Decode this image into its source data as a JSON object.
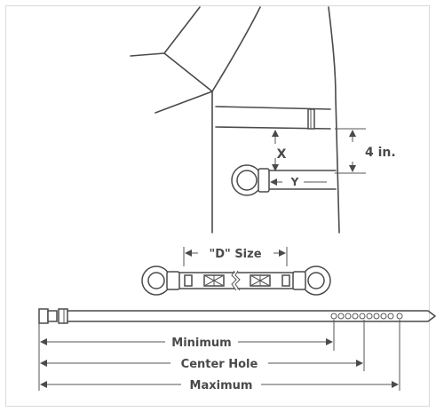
{
  "labels": {
    "x": "X",
    "y": "Y",
    "height": "4 in.",
    "d_size": "\"D\" Size",
    "minimum": "Minimum",
    "center_hole": "Center Hole",
    "maximum": "Maximum"
  },
  "colors": {
    "line": "#4a4a4a",
    "background": "#ffffff"
  }
}
